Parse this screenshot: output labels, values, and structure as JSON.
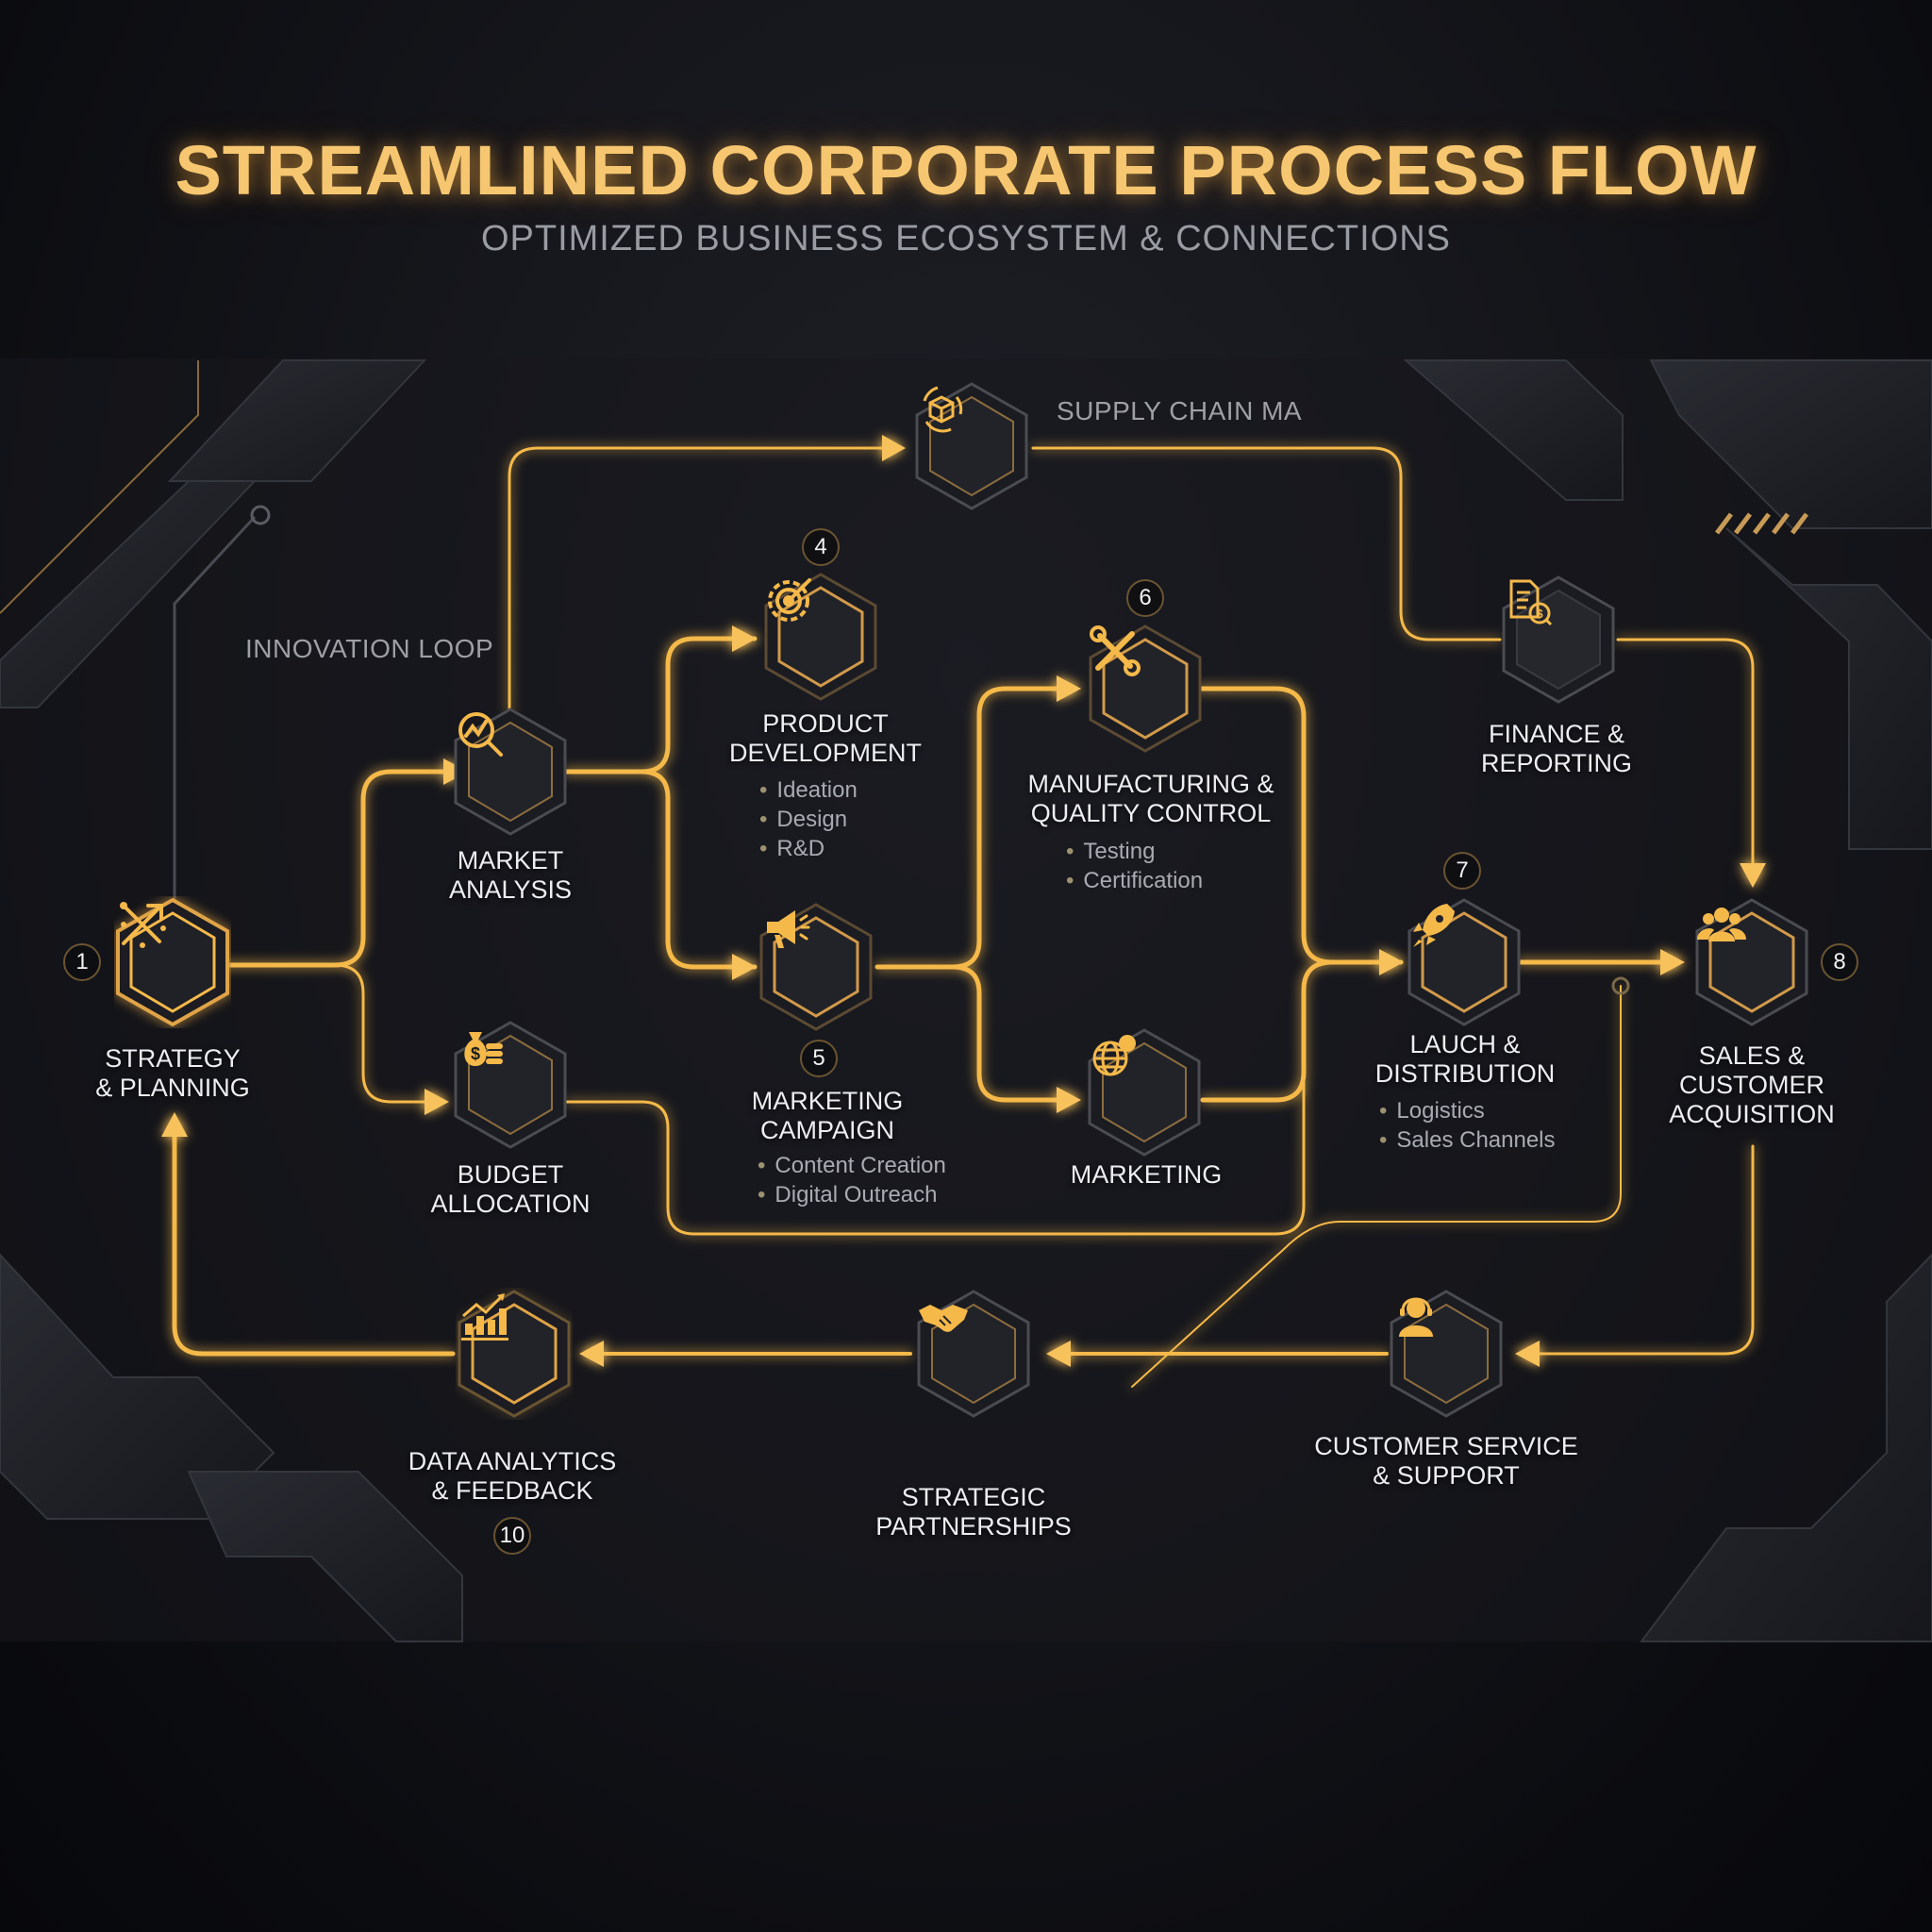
{
  "header": {
    "title": "STREAMLINED CORPORATE PROCESS FLOW",
    "subtitle": "OPTIMIZED BUSINESS ECOSYSTEM & CONNECTIONS"
  },
  "colors": {
    "accent_gold": "#f5b94a",
    "title_gold": "#f6c770",
    "background": "#15161b",
    "label_text": "#eceef2",
    "muted_text": "#9ea0a6"
  },
  "annotations": {
    "innovation_loop": "INNOVATION LOOP",
    "supply_chain": "SUPPLY CHAIN MA"
  },
  "nodes": [
    {
      "id": "strategy",
      "step": "1",
      "icon": "strategy-icon",
      "lines": [
        "STRATEGY",
        "& PLANNING"
      ],
      "bullets": []
    },
    {
      "id": "market",
      "step": "",
      "icon": "market-analysis-icon",
      "lines": [
        "MARKET",
        "ANALYSIS"
      ],
      "bullets": []
    },
    {
      "id": "budget",
      "step": "",
      "icon": "money-bag-icon",
      "lines": [
        "BUDGET",
        "ALLOCATION"
      ],
      "bullets": []
    },
    {
      "id": "product",
      "step": "4",
      "icon": "gear-target-icon",
      "lines": [
        "PRODUCT",
        "DEVELOPMENT"
      ],
      "bullets": [
        "Ideation",
        "Design",
        "R&D"
      ]
    },
    {
      "id": "campaign",
      "step": "5",
      "icon": "megaphone-icon",
      "lines": [
        "MARKETING",
        "CAMPAIGN"
      ],
      "bullets": [
        "Content Creation",
        "Digital Outreach"
      ]
    },
    {
      "id": "manufacturing",
      "step": "6",
      "icon": "wrench-screwdriver-icon",
      "lines": [
        "MANUFACTURING &",
        "QUALITY CONTROL"
      ],
      "bullets": [
        "Testing",
        "Certification"
      ]
    },
    {
      "id": "marketing",
      "step": "",
      "icon": "globe-icon",
      "lines": [
        "MARKETING"
      ],
      "bullets": []
    },
    {
      "id": "supply",
      "step": "",
      "icon": "supply-cycle-icon",
      "lines": [],
      "bullets": []
    },
    {
      "id": "finance",
      "step": "",
      "icon": "finance-report-icon",
      "lines": [
        "FINANCE &",
        "REPORTING"
      ],
      "bullets": []
    },
    {
      "id": "launch",
      "step": "7",
      "icon": "rocket-icon",
      "lines": [
        "LAUCH &",
        "DISTRIBUTION"
      ],
      "bullets": [
        "Logistics",
        "Sales Channels"
      ]
    },
    {
      "id": "sales",
      "step": "8",
      "icon": "users-group-icon",
      "lines": [
        "SALES &",
        "CUSTOMER",
        "ACQUISITION"
      ],
      "bullets": []
    },
    {
      "id": "support",
      "step": "",
      "icon": "headset-agent-icon",
      "lines": [
        "CUSTOMER SERVICE",
        "& SUPPORT"
      ],
      "bullets": []
    },
    {
      "id": "partners",
      "step": "",
      "icon": "handshake-icon",
      "lines": [
        "STRATEGIC",
        "PARTNERSHIPS"
      ],
      "bullets": []
    },
    {
      "id": "analytics",
      "step": "10",
      "icon": "bar-chart-growth-icon",
      "lines": [
        "DATA ANALYTICS",
        "& FEEDBACK"
      ],
      "bullets": []
    }
  ],
  "connections": [
    {
      "from": "strategy",
      "to": "market"
    },
    {
      "from": "strategy",
      "to": "budget"
    },
    {
      "from": "market",
      "to": "supply"
    },
    {
      "from": "market",
      "to": "product"
    },
    {
      "from": "market",
      "to": "campaign"
    },
    {
      "from": "campaign",
      "to": "manufacturing"
    },
    {
      "from": "campaign",
      "to": "marketing"
    },
    {
      "from": "manufacturing",
      "to": "launch"
    },
    {
      "from": "marketing",
      "to": "launch"
    },
    {
      "from": "budget",
      "to": "launch"
    },
    {
      "from": "supply",
      "to": "finance"
    },
    {
      "from": "finance",
      "to": "sales"
    },
    {
      "from": "launch",
      "to": "sales"
    },
    {
      "from": "sales",
      "to": "support"
    },
    {
      "from": "support",
      "to": "partners"
    },
    {
      "from": "partners",
      "to": "analytics"
    },
    {
      "from": "analytics",
      "to": "strategy"
    }
  ]
}
